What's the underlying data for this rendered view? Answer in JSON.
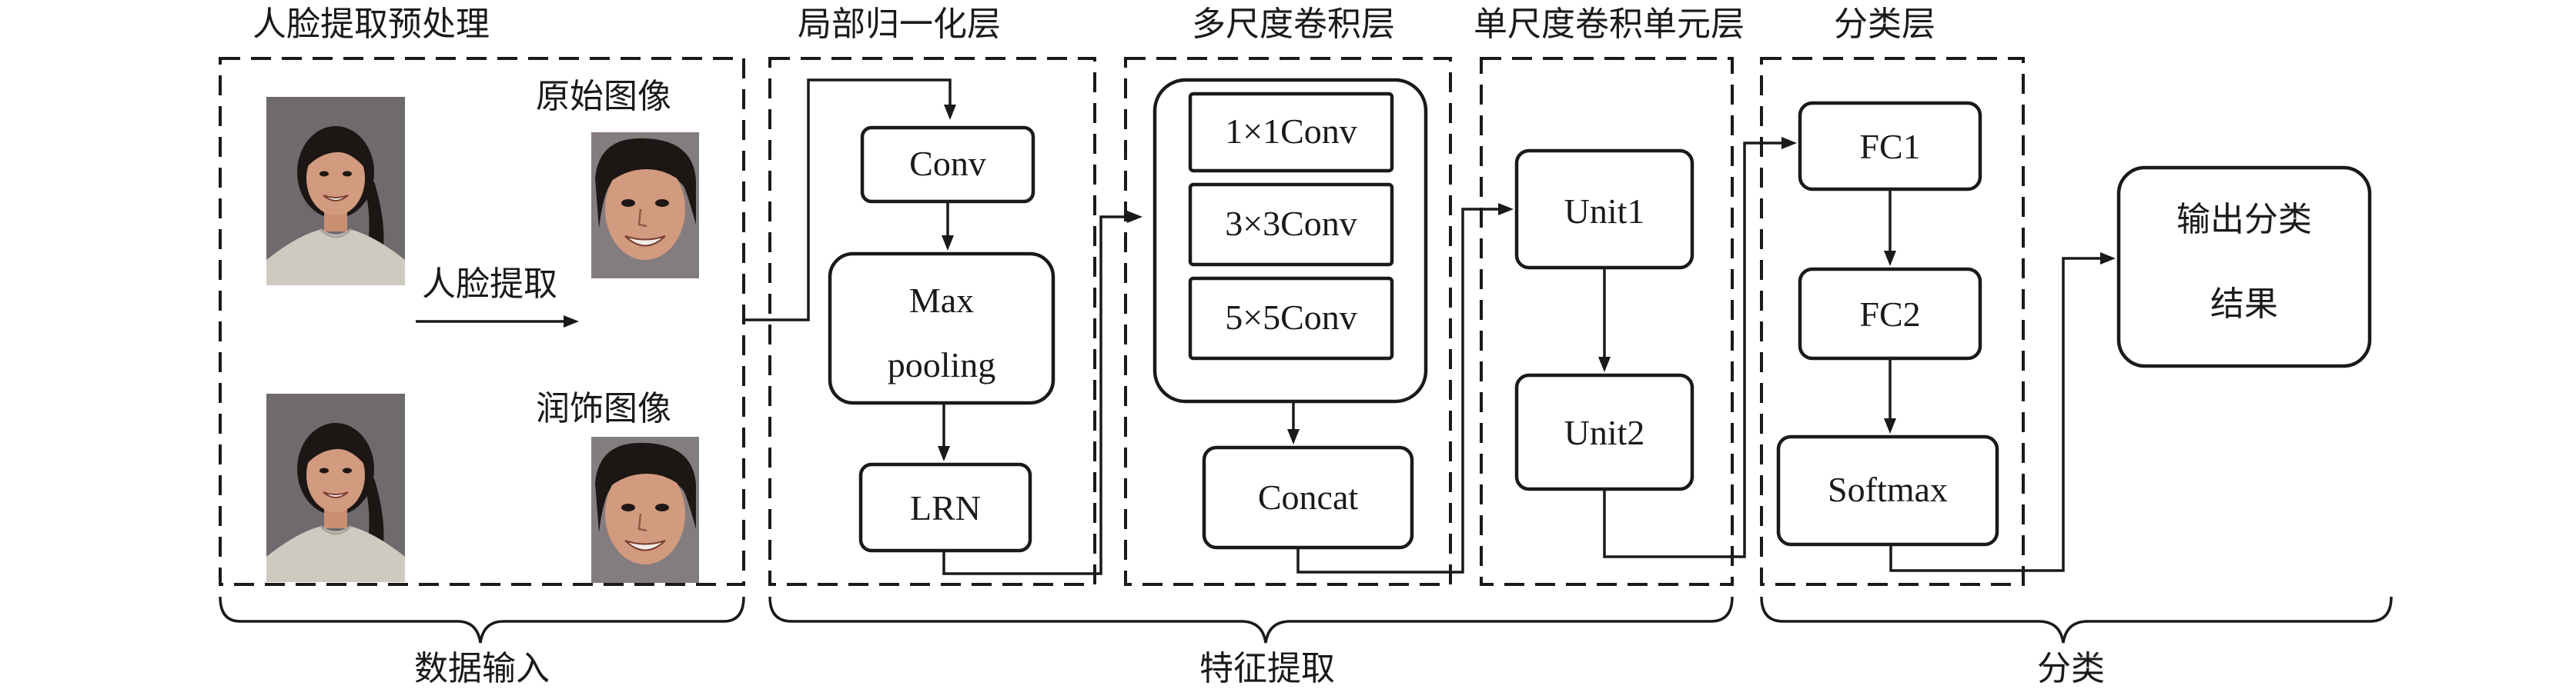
{
  "sections": {
    "preprocess_title": "人脸提取预处理",
    "lrn_title": "局部归一化层",
    "multiscale_title": "多尺度卷积层",
    "singlescale_title": "单尺度卷积单元层",
    "classify_title": "分类层"
  },
  "preprocess": {
    "original_label": "原始图像",
    "retouched_label": "润饰图像",
    "extract_label": "人脸提取"
  },
  "lrn_layer": {
    "conv": "Conv",
    "maxpool_line1": "Max",
    "maxpool_line2": "pooling",
    "lrn": "LRN"
  },
  "multiscale": {
    "conv1": "1×1Conv",
    "conv3": "3×3Conv",
    "conv5": "5×5Conv",
    "concat": "Concat"
  },
  "singlescale": {
    "unit1": "Unit1",
    "unit2": "Unit2"
  },
  "classify": {
    "fc1": "FC1",
    "fc2": "FC2",
    "softmax": "Softmax"
  },
  "output": {
    "line1": "输出分类",
    "line2": "结果"
  },
  "groups": {
    "data_input": "数据输入",
    "feature_extraction": "特征提取",
    "classification": "分类"
  }
}
